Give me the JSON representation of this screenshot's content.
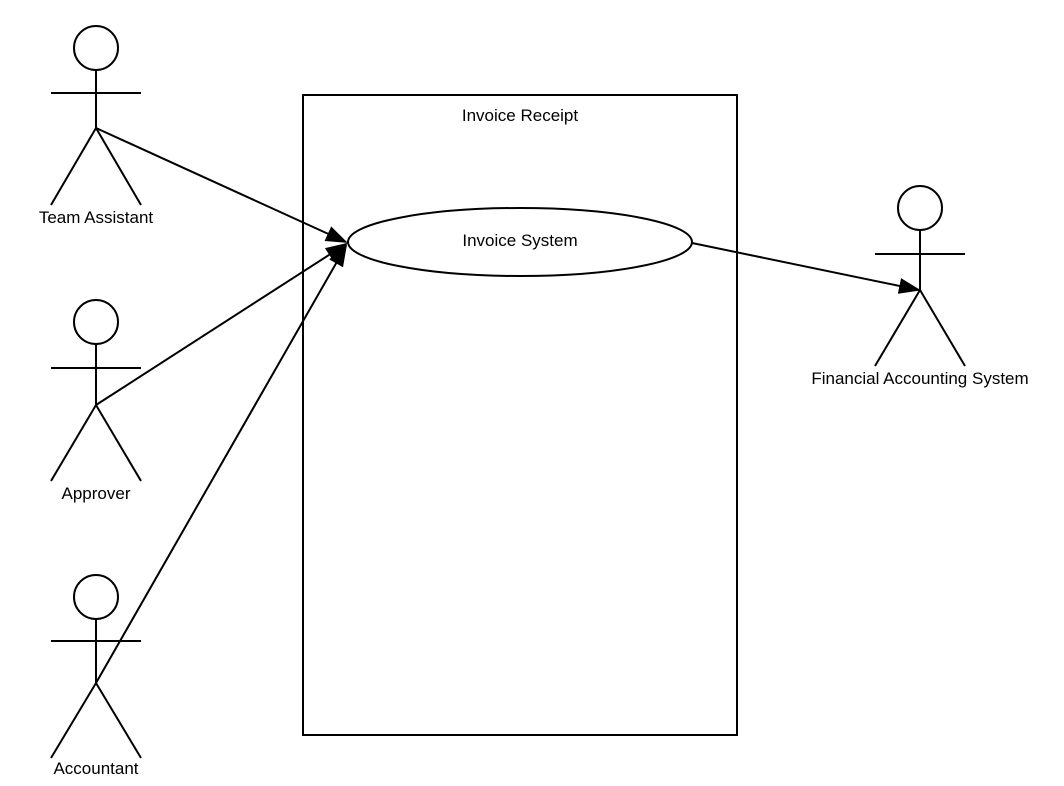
{
  "diagram": {
    "type": "uml-use-case",
    "system_boundary": {
      "label": "Invoice Receipt"
    },
    "use_cases": [
      {
        "id": "invoice_system",
        "label": "Invoice System"
      }
    ],
    "actors": [
      {
        "id": "team_assistant",
        "label": "Team Assistant"
      },
      {
        "id": "approver",
        "label": "Approver"
      },
      {
        "id": "accountant",
        "label": "Accountant"
      },
      {
        "id": "financial_accounting_system",
        "label": "Financial Accounting System"
      }
    ],
    "associations": [
      {
        "from": "team_assistant",
        "to": "invoice_system",
        "arrowhead": "filled"
      },
      {
        "from": "approver",
        "to": "invoice_system",
        "arrowhead": "filled"
      },
      {
        "from": "accountant",
        "to": "invoice_system",
        "arrowhead": "filled"
      },
      {
        "from": "invoice_system",
        "to": "financial_accounting_system",
        "arrowhead": "filled"
      }
    ],
    "colors": {
      "line": "#000000",
      "background": "#ffffff"
    }
  }
}
